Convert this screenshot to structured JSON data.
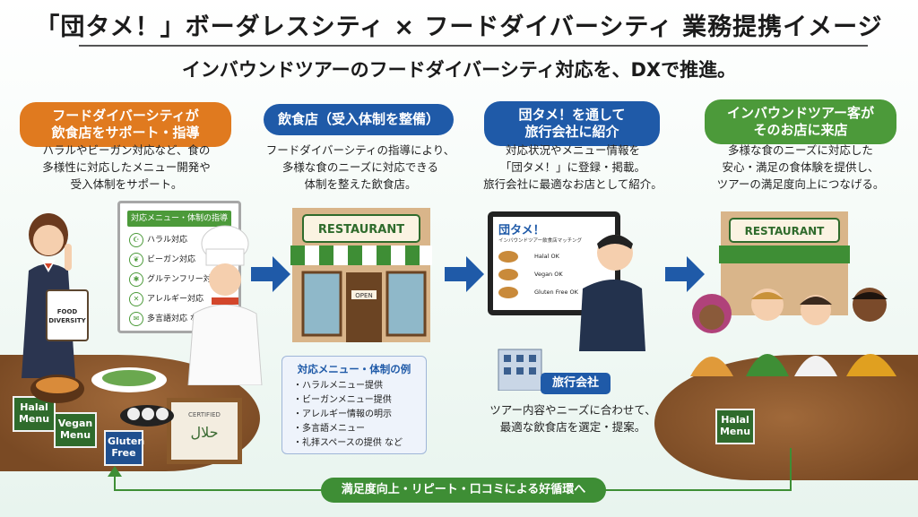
{
  "header": {
    "title": "「団タメ！」ボーダレスシティ × フードダイバーシティ 業務提携イメージ",
    "subtitle": "インバウンドツアーのフードダイバーシティ対応を、DXで推進。"
  },
  "steps": [
    {
      "label_line1": "フードダイバーシティが",
      "label_line2": "飲食店をサポート・指導",
      "desc_line1": "ハラルやビーガン対応など、食の",
      "desc_line2": "多様性に対応したメニュー開発や",
      "desc_line3": "受入体制をサポート。",
      "color": "#e07a1f"
    },
    {
      "label_line1": "飲食店（受入体制を整備）",
      "desc_line1": "フードダイバーシティの指導により、",
      "desc_line2": "多様な食のニーズに対応できる",
      "desc_line3": "体制を整えた飲食店。",
      "color": "#1f5aa8"
    },
    {
      "label_line1": "団タメ！を通して",
      "label_line2": "旅行会社に紹介",
      "desc_line1": "対応状況やメニュー情報を",
      "desc_line2": "「団タメ！」に登録・掲載。",
      "desc_line3": "旅行会社に最適なお店として紹介。",
      "color": "#1f5aa8"
    },
    {
      "label_line1": "インバウンドツアー客が",
      "label_line2": "そのお店に来店",
      "desc_line1": "多様な食のニーズに対応した",
      "desc_line2": "安心・満足の食体験を提供し、",
      "desc_line3": "ツアーの満足度向上につなげる。",
      "color": "#4c9a3a"
    }
  ],
  "menu_board": {
    "title": "対応メニュー・体制の指導",
    "items": [
      {
        "icon": "halal-icon",
        "label": "ハラル対応"
      },
      {
        "icon": "leaf-icon",
        "label": "ビーガン対応"
      },
      {
        "icon": "wheat-icon",
        "label": "グルテンフリー対応"
      },
      {
        "icon": "allergy-icon",
        "label": "アレルギー対応"
      },
      {
        "icon": "chat-icon",
        "label": "多言語対応 など"
      }
    ]
  },
  "staff_sign": {
    "line1": "FOOD",
    "line2": "DIVERSITY"
  },
  "table_signs": {
    "halal_line1": "Halal",
    "halal_line2": "Menu",
    "vegan_line1": "Vegan",
    "vegan_line2": "Menu",
    "gluten_line1": "Gluten",
    "gluten_line2": "Free"
  },
  "certificate": {
    "heading": "CERTIFIED",
    "mark": "حلال"
  },
  "restaurant": {
    "sign": "RESTAURANT",
    "door_sign": "OPEN"
  },
  "examples": {
    "title": "対応メニュー・体制の例",
    "items": [
      "・ハラルメニュー提供",
      "・ビーガンメニュー提供",
      "・アレルギー情報の明示",
      "・多言語メニュー",
      "・礼拝スペースの提供 など"
    ]
  },
  "screen": {
    "logo": "団タメ！",
    "subtitle": "インバウンドツアー飲食店マッチング",
    "rows": [
      "Halal OK",
      "Vegan OK",
      "Gluten Free OK"
    ]
  },
  "travel_agency": {
    "label": "旅行会社",
    "desc_line1": "ツアー内容やニーズに合わせて、",
    "desc_line2": "最適な飲食店を選定・提案。"
  },
  "restaurant_right": {
    "sign": "RESTAURANT"
  },
  "customer_sign": {
    "line1": "Halal",
    "line2": "Menu"
  },
  "loop": {
    "label": "満足度向上・リピート・口コミによる好循環へ"
  }
}
